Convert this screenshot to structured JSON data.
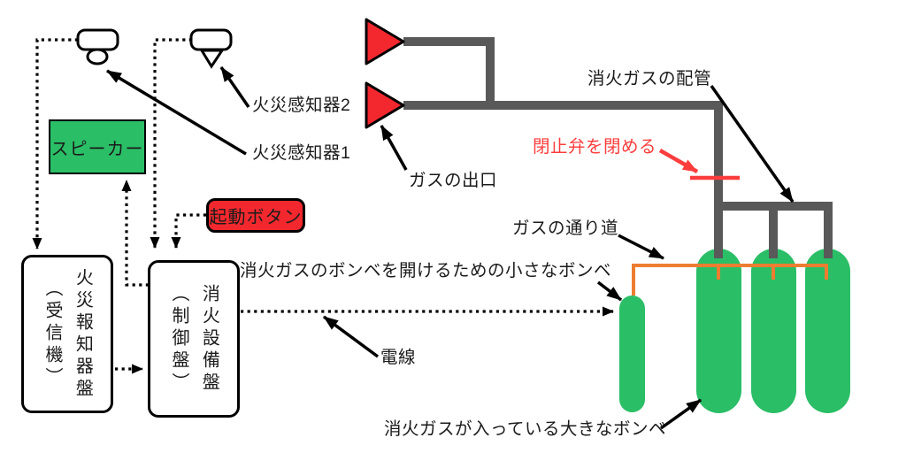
{
  "colors": {
    "green": "#2abe66",
    "red": "#f3282e",
    "red_accent": "#fb3d3d",
    "orange": "#ed7d31",
    "pipe_gray": "#595959",
    "line_black": "#000000"
  },
  "nodes": {
    "speaker": "スピーカー",
    "start_button": "起動ボタン",
    "receiver_panel": "火災報知器盤\n（受信機）",
    "control_panel": "消火設備盤\n（制御盤）"
  },
  "annotations": {
    "detector2": "火災感知器2",
    "detector1": "火災感知器1",
    "gas_outlet": "ガスの出口",
    "gas_piping": "消火ガスの配管",
    "close_valve": "閉止弁を閉める",
    "gas_path": "ガスの通り道",
    "pilot_cylinder": "消火ガスのボンベを開けるための小さなボンベ",
    "wire": "電線",
    "main_cylinder": "消火ガスが入っている大きなボンベ"
  }
}
